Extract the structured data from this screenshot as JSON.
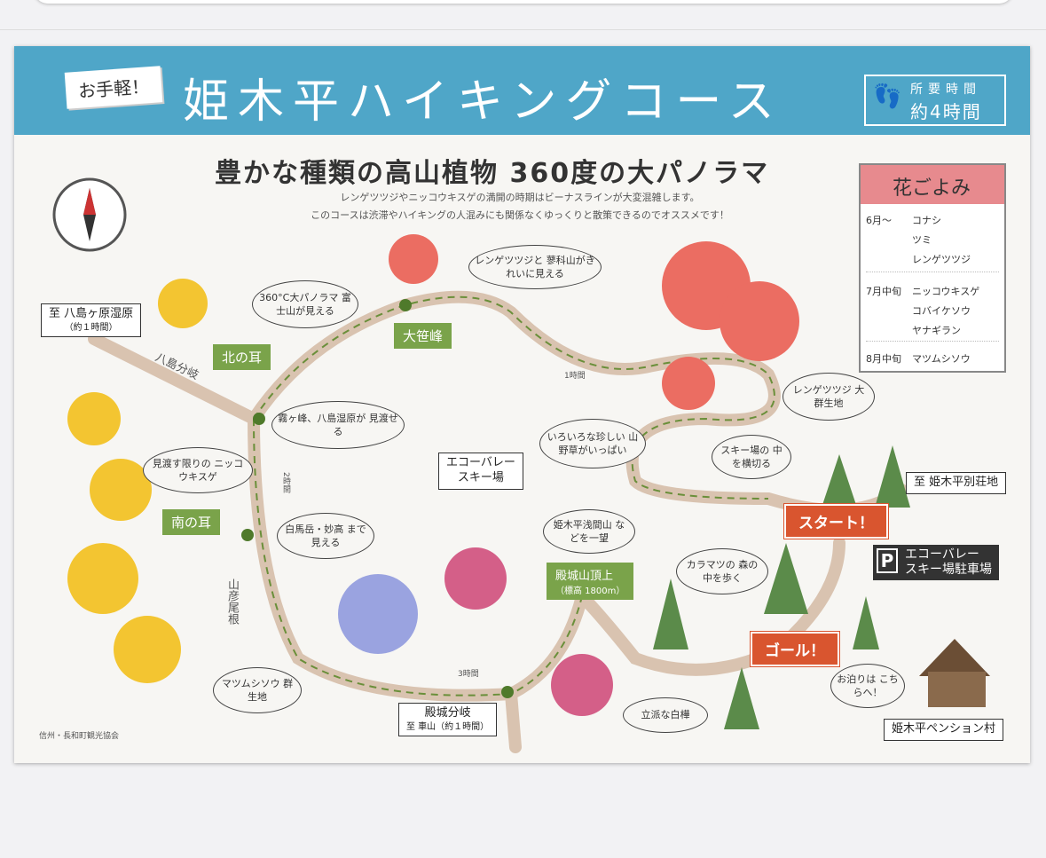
{
  "header": {
    "badge": "お手軽！",
    "title": "姫木平ハイキングコース",
    "time_label": "所要時間",
    "time_value": "約4時間"
  },
  "headline": "豊かな種類の高山植物 360度の大パノラマ",
  "subtext": [
    "レンゲツツジやニッコウキスゲの満開の時期はビーナスラインが大変混雑します。",
    "このコースは渋滞やハイキングの人混みにも関係なくゆっくりと散策できるのでオススメです！"
  ],
  "calendar": {
    "title": "花ごよみ",
    "rows": [
      {
        "month": "6月〜",
        "names": [
          "コナシ",
          "ツミ",
          "レンゲツツジ"
        ]
      },
      {
        "month": "7月中旬",
        "names": [
          "ニッコウキスゲ",
          "コバイケソウ",
          "ヤナギラン"
        ]
      },
      {
        "month": "8月中旬",
        "names": [
          "マツムシソウ"
        ]
      }
    ]
  },
  "places": {
    "yashima": "至 八島ヶ原湿原",
    "yashima_time": "（約１時間）",
    "kitanomimi": "北の耳",
    "minaminomimi": "南の耳",
    "osasamine": "大笹峰",
    "ecovalley": "エコーバレー",
    "ecovalley2": "スキー場",
    "himekidaira": "至 姫木平別荘地",
    "parking": "エコーバレー",
    "parking2": "スキー場駐車場",
    "parking_p": "P",
    "tonoshiro_branch": "殿城分岐",
    "tonoshiro_branch_sub": "至 車山（約１時間）",
    "summit": "殿城山頂上",
    "summit_sub": "（標高 1800m）",
    "pension": "姫木平ペンション村",
    "start": "スタート！",
    "goal": "ゴール！",
    "yashima_bunki": "八島分岐",
    "yamahiko": "山彦尾根"
  },
  "times": {
    "t1": "1時間",
    "t2": "2時間",
    "t3": "3時間"
  },
  "bubbles": {
    "b1": "360°C大パノラマ 富士山が見える",
    "b2": "レンゲツツジと 蓼科山がきれいに見える",
    "b3": "霧ヶ峰、八島湿原が 見渡せる",
    "b4": "見渡す限りの ニッコウキスゲ",
    "b5": "白馬岳・妙高 まで見える",
    "b6": "いろいろな珍しい 山野草がいっぱい",
    "b7": "レンゲツツジ 大群生地",
    "b8": "スキー場の 中を横切る",
    "b9": "姫木平浅間山 などを一望",
    "b10": "カラマツの 森の中を歩く",
    "b11": "マツムシソウ 群生地",
    "b12": "立派な白樺",
    "b13": "お泊りは こちらへ！"
  },
  "credit": "信州・長和町観光協会",
  "colors": {
    "header": "#4fa6c8",
    "trail": "#d9c3b0",
    "green_label": "#7aa34a",
    "red_label": "#d9552f",
    "calendar_header": "#e78a8e"
  }
}
